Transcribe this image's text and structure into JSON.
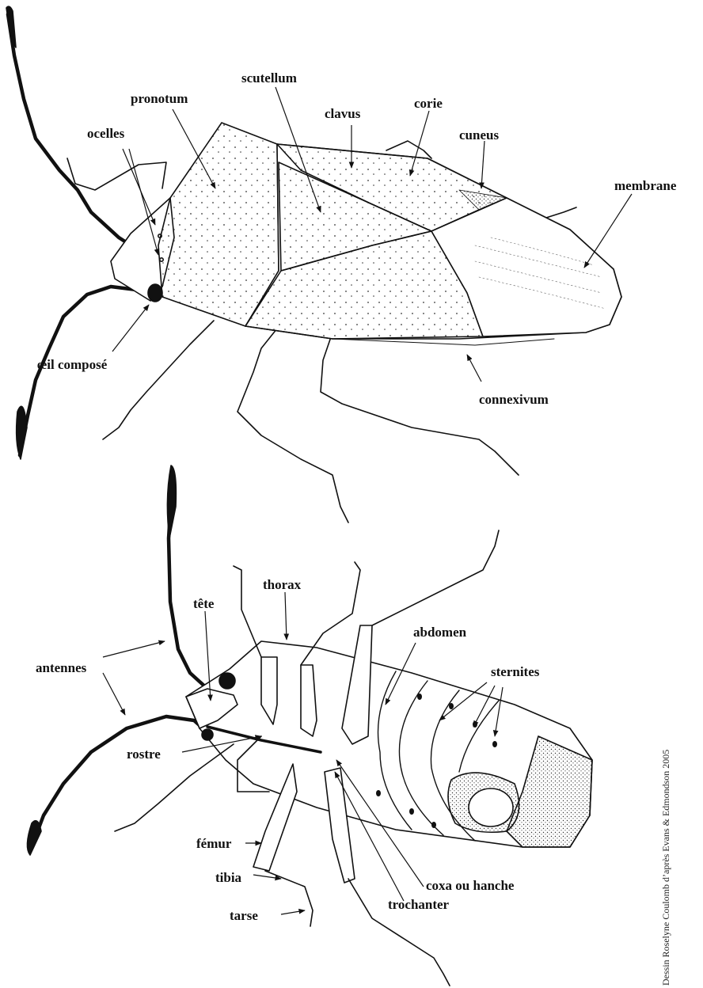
{
  "dorsal_view": {
    "labels": {
      "ocelles": "ocelles",
      "pronotum": "pronotum",
      "scutellum": "scutellum",
      "clavus": "clavus",
      "corie": "corie",
      "cuneus": "cuneus",
      "membrane": "membrane",
      "oeil_compose": "œil composé",
      "connexivum": "connexivum"
    }
  },
  "ventral_view": {
    "labels": {
      "thorax": "thorax",
      "tete": "tête",
      "abdomen": "abdomen",
      "sternites": "sternites",
      "antennes": "antennes",
      "rostre": "rostre",
      "femur": "fémur",
      "tibia": "tibia",
      "tarse": "tarse",
      "coxa": "coxa ou hanche",
      "trochanter": "trochanter"
    }
  },
  "credit": "Dessin Roselyne Coulomb d’après Evans & Edmondson 2005"
}
